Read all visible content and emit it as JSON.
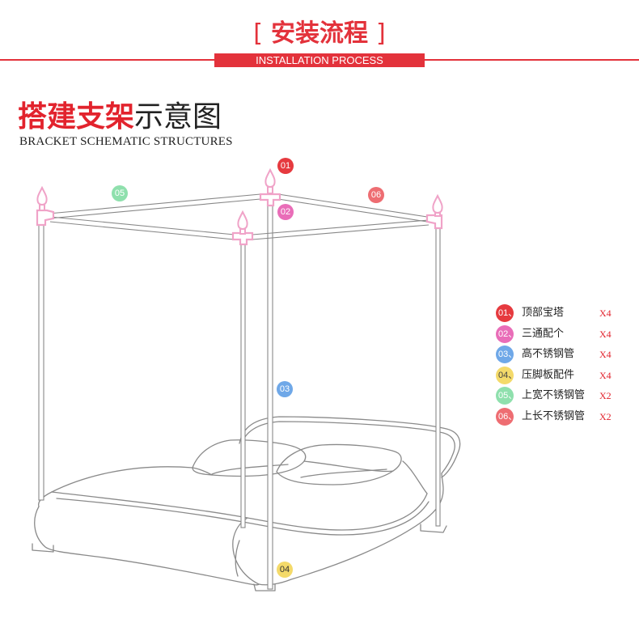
{
  "header": {
    "bracket_left": "[",
    "title": "安装流程",
    "bracket_right": "]",
    "subtitle": "INSTALLATION PROCESS"
  },
  "section": {
    "title_red": "搭建支架",
    "title_black": "示意图",
    "subtitle": "BRACKET SCHEMATIC STRUCTURES"
  },
  "badges": {
    "b01": "01",
    "b02": "02",
    "b03": "03",
    "b04": "04",
    "b05": "05",
    "b06": "06"
  },
  "legend": [
    {
      "num": "01、",
      "label": "顶部宝塔",
      "qty": "X4",
      "color": "#e63a3f"
    },
    {
      "num": "02、",
      "label": "三通配个",
      "qty": "X4",
      "color": "#e96db8"
    },
    {
      "num": "03、",
      "label": "高不锈钢管",
      "qty": "X4",
      "color": "#6fa8e8"
    },
    {
      "num": "04、",
      "label": "压脚板配件",
      "qty": "X4",
      "color": "#f4da6a"
    },
    {
      "num": "05、",
      "label": "上宽不锈钢管",
      "qty": "X2",
      "color": "#8fe0ad"
    },
    {
      "num": "06、",
      "label": "上长不锈钢管",
      "qty": "X2",
      "color": "#ee6d72"
    }
  ],
  "colors": {
    "accent": "#e3323b",
    "joint": "#f0a3c8"
  }
}
